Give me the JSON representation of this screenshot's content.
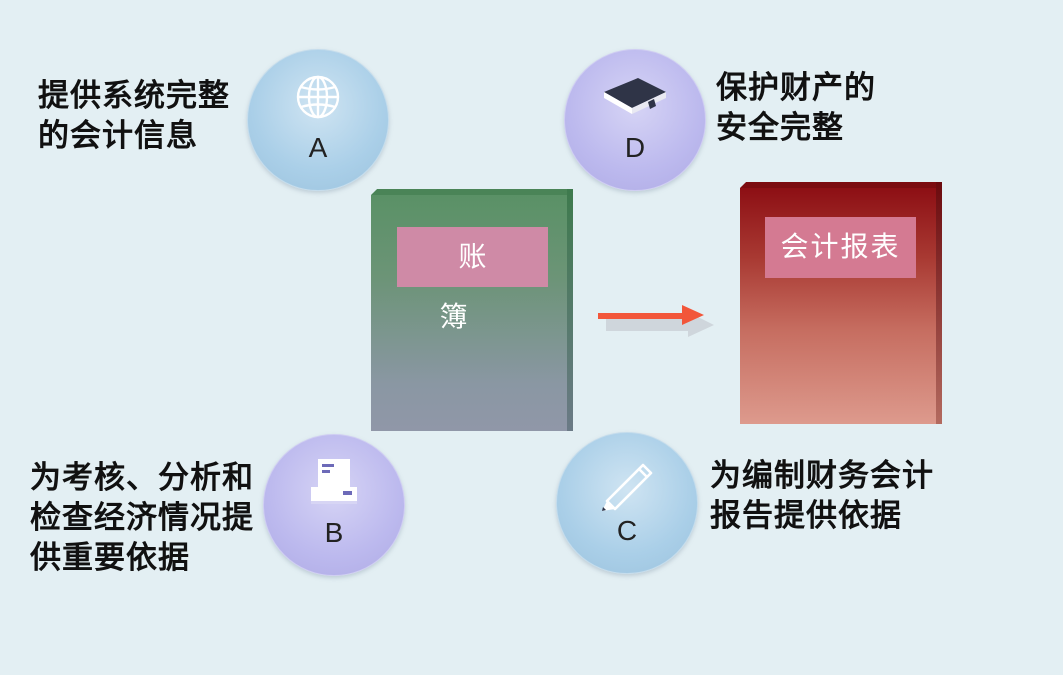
{
  "texts": {
    "a": "提供系统完整\n的会计信息",
    "d": "保护财产的\n安全完整",
    "b": "为考核、分析和\n检查经济情况提\n供重要依据",
    "c": "为编制财务会计\n报告提供依据"
  },
  "circles": {
    "a": {
      "letter": "A",
      "icon": "globe-icon"
    },
    "d": {
      "letter": "D",
      "icon": "book-icon"
    },
    "b": {
      "letter": "B",
      "icon": "printer-icon"
    },
    "c": {
      "letter": "C",
      "icon": "pen-icon"
    }
  },
  "books": {
    "ledger_label": "账簿",
    "report_label": "会计报表"
  },
  "colors": {
    "background": "#e3eff3",
    "arrow": "#f2563a",
    "ledger": "#5a9166",
    "report": "#8d0f14"
  }
}
